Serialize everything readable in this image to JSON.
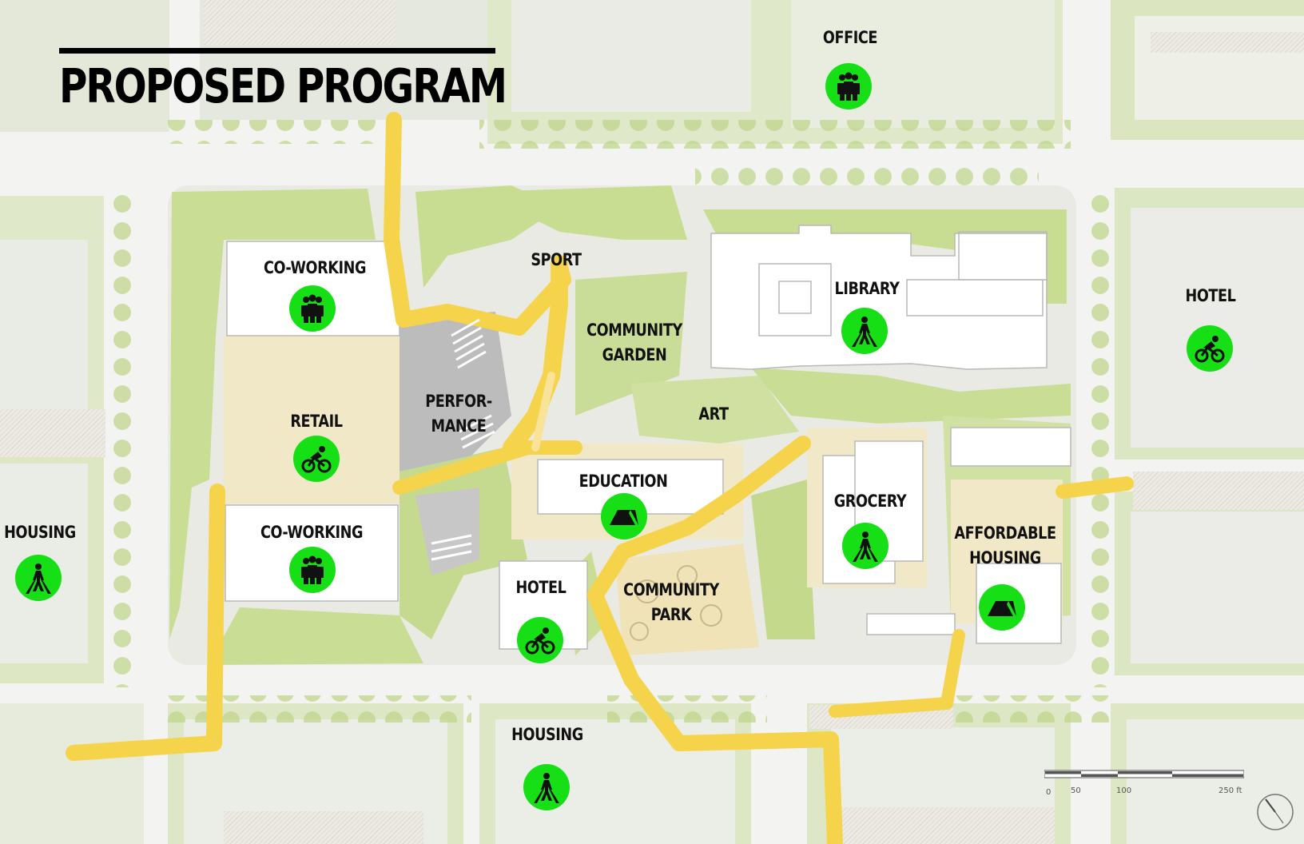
{
  "title": "PROPOSED PROGRAM",
  "colors": {
    "icon_fill": "#16df16",
    "path_yellow": "#f5d34a",
    "green_space": "#c8dc93",
    "building": "#ffffff",
    "surrounding_lawn": "#d6e4ad"
  },
  "labels": {
    "office": "OFFICE",
    "coworking_top": "CO-WORKING",
    "sport": "SPORT",
    "library": "LIBRARY",
    "hotel_east": "HOTEL",
    "community_garden_1": "COMMUNITY",
    "community_garden_2": "GARDEN",
    "retail": "RETAIL",
    "performance_1": "PERFOR-",
    "performance_2": "MANCE",
    "art": "ART",
    "education": "EDUCATION",
    "grocery": "GROCERY",
    "housing_west": "HOUSING",
    "coworking_bottom": "CO-WORKING",
    "affordable_housing_1": "AFFORDABLE",
    "affordable_housing_2": "HOUSING",
    "hotel_south": "HOTEL",
    "community_park_1": "COMMUNITY",
    "community_park_2": "PARK",
    "housing_south": "HOUSING"
  },
  "icons": {
    "office": "people-group-icon",
    "coworking_top": "people-group-icon",
    "library": "pedestrian-icon",
    "hotel_east": "cyclist-icon",
    "retail": "cyclist-icon",
    "education": "tent-icon",
    "grocery": "pedestrian-icon",
    "housing_west": "pedestrian-icon",
    "coworking_bottom": "people-group-icon",
    "affordable_housing": "tent-icon",
    "hotel_south": "cyclist-icon",
    "housing_south": "pedestrian-icon"
  },
  "scale_bar": {
    "ticks": [
      "0",
      "50",
      "100",
      "250 ft"
    ]
  }
}
